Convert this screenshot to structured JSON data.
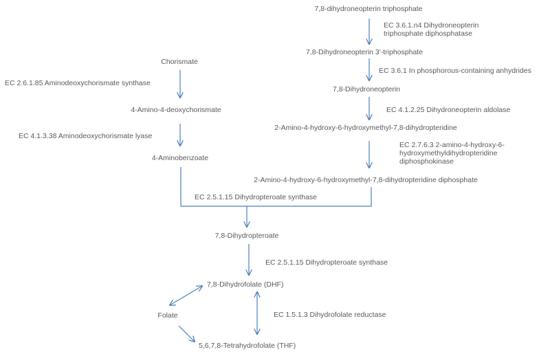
{
  "nodes": {
    "dhnp_triphosphate": "7,8-dihydroneopterin triphosphate",
    "dhnp_3_triphosphate": "7,8-Dihydroneopterin 3'-triphosphate",
    "dhnp": "7,8-Dihydroneopterin",
    "hmdp": "2-Amino-4-hydroxy-6-hydroxymethyl-7,8-dihydropteridine",
    "hmdp_diphosphate": "2-Amino-4-hydroxy-6-hydroxymethyl-7,8-dihydropteridine diphosphate",
    "chorismate": "Chorismate",
    "adc": "4-Amino-4-deoxychorismate",
    "paba": "4-Aminobenzoate",
    "dhp": "7,8-Dihydropteroate",
    "dhf": "7,8-Dihydrofolate (DHF)",
    "folate": "Folate",
    "thf": "5,6,7,8-Tetrahydrofolate (THF)"
  },
  "enzymes": {
    "ec_3_6_1_n4": "EC 3.6.1.n4 Dihydroneopterin triphosphate diphosphatase",
    "ec_3_6_1": "EC 3.6.1 In phosphorous-containing anhydrides",
    "ec_4_1_2_25": "EC 4.1.2.25 Dihydroneopterin aldolase",
    "ec_2_7_6_3": "EC 2.7.6.3 2-amino-4-hydroxy-6-hydroxymethyldihydropteridine diphosphokinase",
    "ec_2_6_1_85": "EC 2.6.1.85 Aminodeoxychorismate synthase",
    "ec_4_1_3_38": "EC 4.1.3.38 Aminodeoxychorismate lyase",
    "ec_2_5_1_15_a": "EC 2.5.1.15 Dihydropteroate synthase",
    "ec_2_5_1_15_b": "EC 2.5.1.15 Dihydropteroate synthase",
    "ec_1_5_1_3": "EC 1.5.1.3 Dihydrofolate reductase"
  },
  "colors": {
    "arrow": "#4a7ebb",
    "text": "#595959"
  }
}
